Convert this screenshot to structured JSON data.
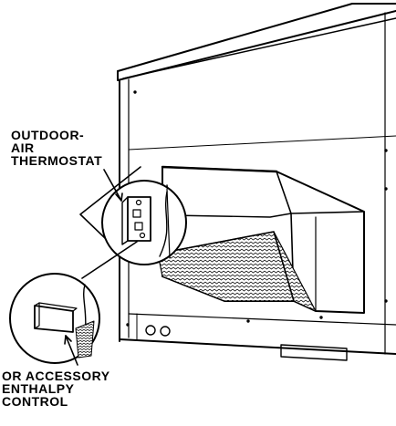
{
  "diagram": {
    "callouts": {
      "outdoor_air_thermostat": {
        "line1": "OUTDOOR-",
        "line2": "AIR",
        "line3": "THERMOSTAT"
      },
      "accessory_enthalpy_control": {
        "line1": "OR ACCESSORY",
        "line2": "ENTHALPY",
        "line3": "CONTROL"
      }
    },
    "colors": {
      "ink": "#000000",
      "paper": "#ffffff"
    }
  }
}
